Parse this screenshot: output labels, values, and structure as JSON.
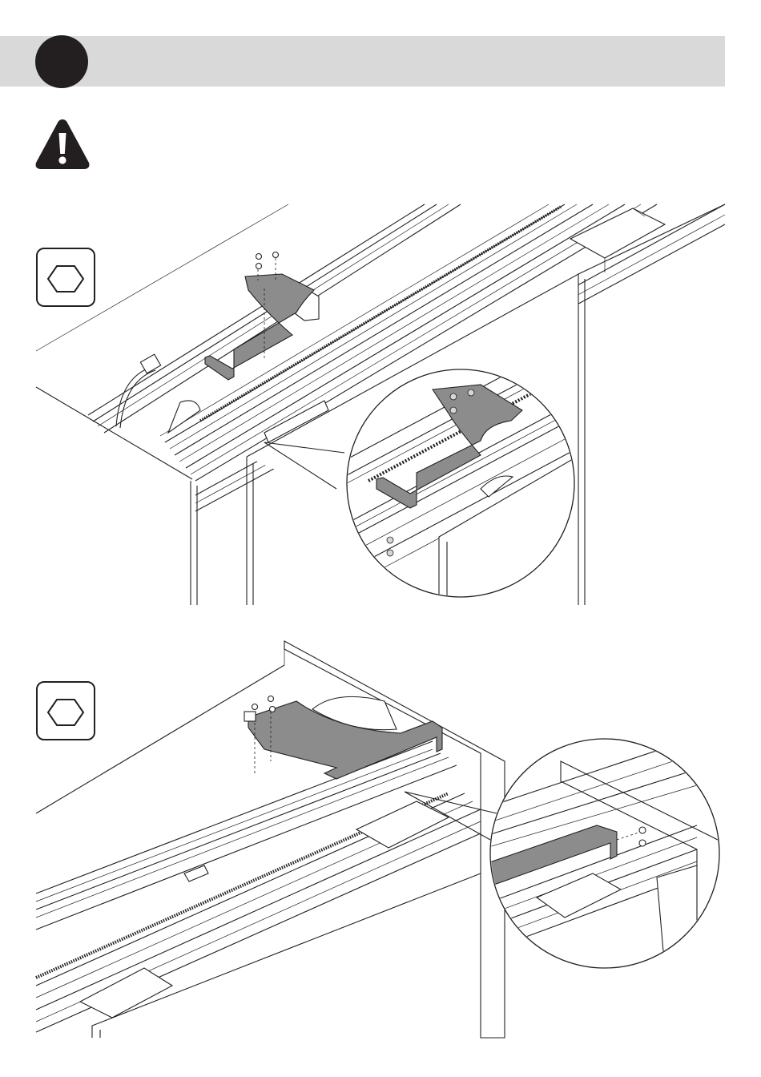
{
  "header": {
    "step_indicator": "step-number-circle"
  },
  "warning": {
    "icon": "warning-triangle-icon"
  },
  "tools": [
    {
      "icon": "hex-key-icon"
    },
    {
      "icon": "hex-key-icon"
    }
  ],
  "figures": [
    {
      "name": "top-illustration",
      "callout": "zoom-detail-circle"
    },
    {
      "name": "bottom-illustration",
      "callout": "zoom-detail-circle"
    }
  ],
  "colors": {
    "header_bar": "#d9d9d9",
    "ink": "#231f20",
    "bracket": "#8c8c8c"
  }
}
